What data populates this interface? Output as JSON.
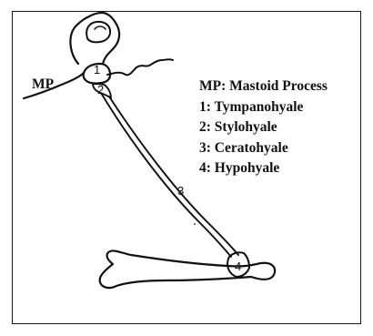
{
  "labels": {
    "mp": "MP",
    "n1": "1",
    "n2": "2",
    "n3": "3",
    "n4": "4"
  },
  "legend": [
    "MP: Mastoid Process",
    "1: Tympanohyale",
    "2: Stylohyale",
    "3: Ceratohyale",
    "4: Hypohyale"
  ],
  "colors": {
    "ink": "#111111",
    "border": "#1a1a1a"
  }
}
